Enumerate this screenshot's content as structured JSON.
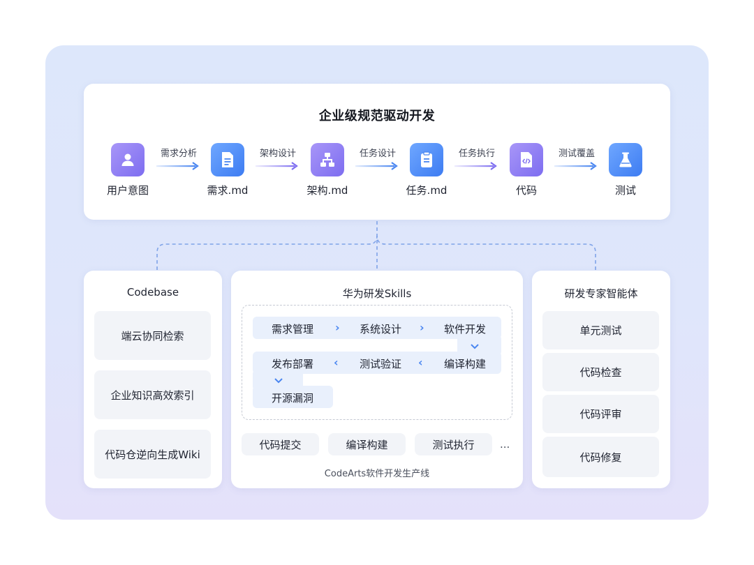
{
  "title": "企业级规范驱动开发",
  "flow": {
    "nodes": [
      {
        "label": "用户意图",
        "icon": "user-icon"
      },
      {
        "label": "需求.md",
        "icon": "document-icon"
      },
      {
        "label": "架构.md",
        "icon": "hierarchy-icon"
      },
      {
        "label": "任务.md",
        "icon": "clipboard-icon"
      },
      {
        "label": "代码",
        "icon": "code-file-icon"
      },
      {
        "label": "测试",
        "icon": "flask-icon"
      }
    ],
    "arrows": [
      "需求分析",
      "架构设计",
      "任务设计",
      "任务执行",
      "测试覆盖"
    ]
  },
  "codebase": {
    "title": "Codebase",
    "items": [
      "端云协同检索",
      "企业知识高效索引",
      "代码仓逆向生成Wiki"
    ]
  },
  "skills": {
    "title": "华为研发Skills",
    "row1": [
      "需求管理",
      "系统设计",
      "软件开发"
    ],
    "row2": [
      "发布部署",
      "测试验证",
      "编译构建"
    ],
    "row3": [
      "开源漏洞"
    ],
    "pipeline": [
      "代码提交",
      "编译构建",
      "测试执行"
    ],
    "ellipsis": "...",
    "footer": "CodeArts软件开发生产线"
  },
  "agents": {
    "title": "研发专家智能体",
    "items": [
      "单元测试",
      "代码检查",
      "代码评审",
      "代码修复"
    ]
  },
  "colors": {
    "purple": "#8a7ff2",
    "blue": "#4a86f0",
    "panel_bg": "#dde7fb"
  }
}
